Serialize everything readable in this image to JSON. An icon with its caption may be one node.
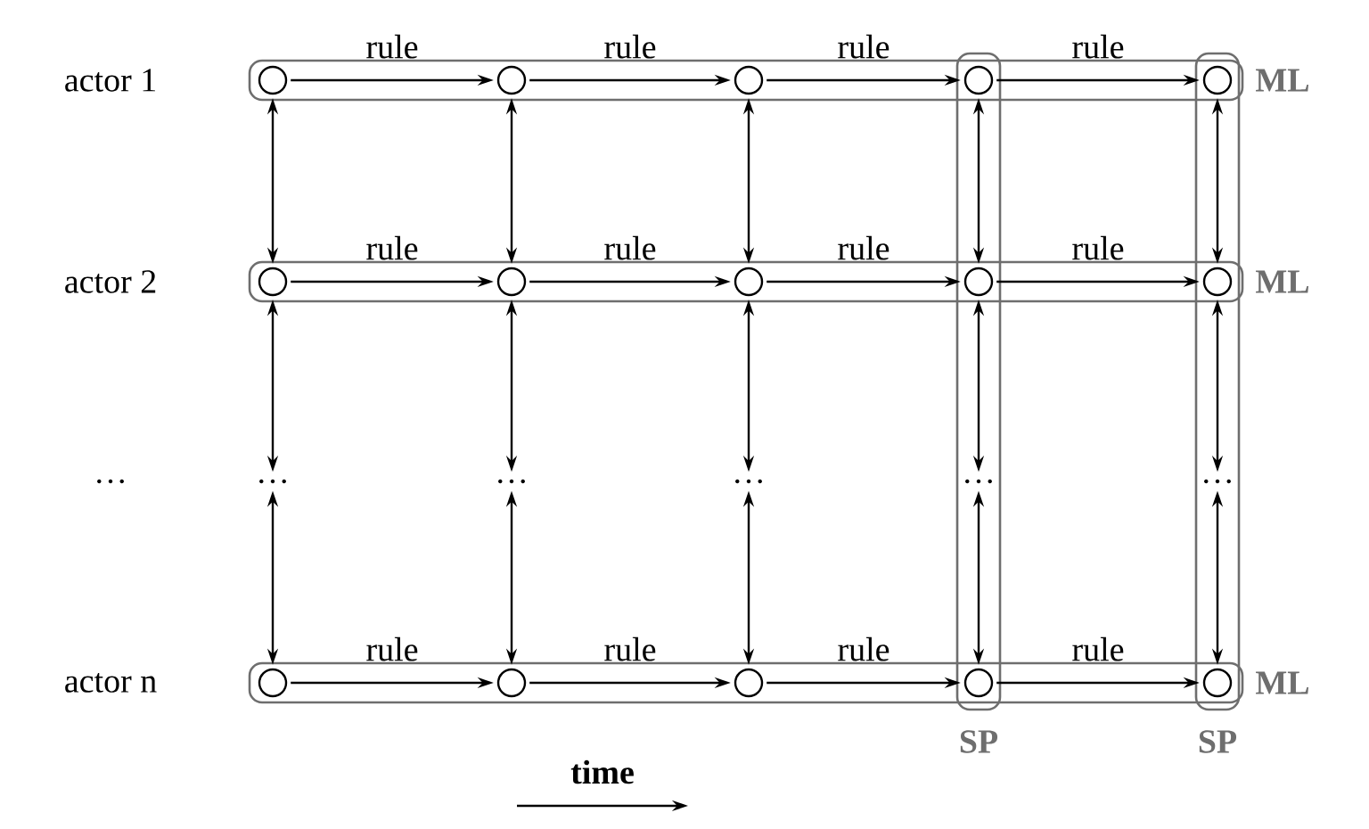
{
  "diagram": {
    "nodes": [
      {
        "text": [
          "ML"
        ]
      },
      {
        "text": [
          "ML"
        ]
      },
      {
        "text": [
          "ML"
        ]
      },
      {
        "text": [
          "SP"
        ]
      },
      {
        "text": [
          "SP"
        ]
      },
      {
        "text": [],
        "shape": "circle",
        "in": 0
      },
      {
        "text": [],
        "shape": "circle",
        "in": 0
      },
      {
        "text": [],
        "shape": "circle",
        "in": 0
      },
      {
        "text": [],
        "shape": "circle"
      },
      {
        "text": [],
        "shape": "circle"
      },
      {
        "text": [],
        "shape": "circle",
        "in": 1
      },
      {
        "text": [],
        "shape": "circle",
        "in": 1
      },
      {
        "text": [],
        "shape": "circle",
        "in": 1
      },
      {
        "text": [],
        "shape": "circle"
      },
      {
        "text": [],
        "shape": "circle"
      },
      {
        "text": [
          "…"
        ]
      },
      {
        "text": [
          "…"
        ]
      },
      {
        "text": [
          "…"
        ]
      },
      {
        "text": [
          "…"
        ],
        "in": 3
      },
      {
        "text": [
          "…"
        ],
        "in": 4
      },
      {
        "text": [],
        "shape": "circle",
        "in": 2
      },
      {
        "text": [],
        "shape": "circle",
        "in": 2
      },
      {
        "text": [],
        "shape": "circle",
        "in": 2
      },
      {
        "text": [],
        "shape": "circle"
      },
      {
        "text": [],
        "shape": "circle"
      }
    ],
    "edges": [
      {
        "from": 5,
        "to": 6,
        "arrow": "to",
        "label": "rule"
      },
      {
        "from": 6,
        "to": 7,
        "arrow": "to",
        "label": "rule"
      },
      {
        "from": 7,
        "to": 8,
        "arrow": "to",
        "label": "rule"
      },
      {
        "from": 8,
        "to": 9,
        "arrow": "to",
        "label": "rule"
      },
      {
        "from": 10,
        "to": 11,
        "arrow": "to",
        "label": "rule"
      },
      {
        "from": 11,
        "to": 12,
        "arrow": "to",
        "label": "rule"
      },
      {
        "from": 12,
        "to": 13,
        "arrow": "to",
        "label": "rule"
      },
      {
        "from": 13,
        "to": 14,
        "arrow": "to",
        "label": "rule"
      },
      {
        "from": 20,
        "to": 21,
        "arrow": "to",
        "label": "rule"
      },
      {
        "from": 21,
        "to": 22,
        "arrow": "to",
        "label": "rule"
      },
      {
        "from": 22,
        "to": 23,
        "arrow": "to",
        "label": "rule"
      },
      {
        "from": 23,
        "to": 24,
        "arrow": "to",
        "label": "rule"
      },
      {
        "from": 5,
        "to": 10,
        "arrow": "both"
      },
      {
        "from": 6,
        "to": 11,
        "arrow": "both"
      },
      {
        "from": 7,
        "to": 12,
        "arrow": "both"
      },
      {
        "from": 8,
        "to": 13,
        "arrow": "both"
      },
      {
        "from": 9,
        "to": 14,
        "arrow": "both"
      },
      {
        "from": 10,
        "to": 15,
        "arrow": "both"
      },
      {
        "from": 11,
        "to": 16,
        "arrow": "both"
      },
      {
        "from": 12,
        "to": 17,
        "arrow": "both"
      },
      {
        "from": 13,
        "to": 18,
        "arrow": "both"
      },
      {
        "from": 14,
        "to": 19,
        "arrow": "both"
      },
      {
        "from": 15,
        "to": 20,
        "arrow": "both"
      },
      {
        "from": 16,
        "to": 21,
        "arrow": "both"
      },
      {
        "from": 17,
        "to": 22,
        "arrow": "both"
      },
      {
        "from": 18,
        "to": 23,
        "arrow": "both"
      },
      {
        "from": 19,
        "to": 24,
        "arrow": "both"
      }
    ],
    "labels": [
      "actor 1",
      "actor 2",
      "…",
      "actor n",
      "time"
    ]
  }
}
